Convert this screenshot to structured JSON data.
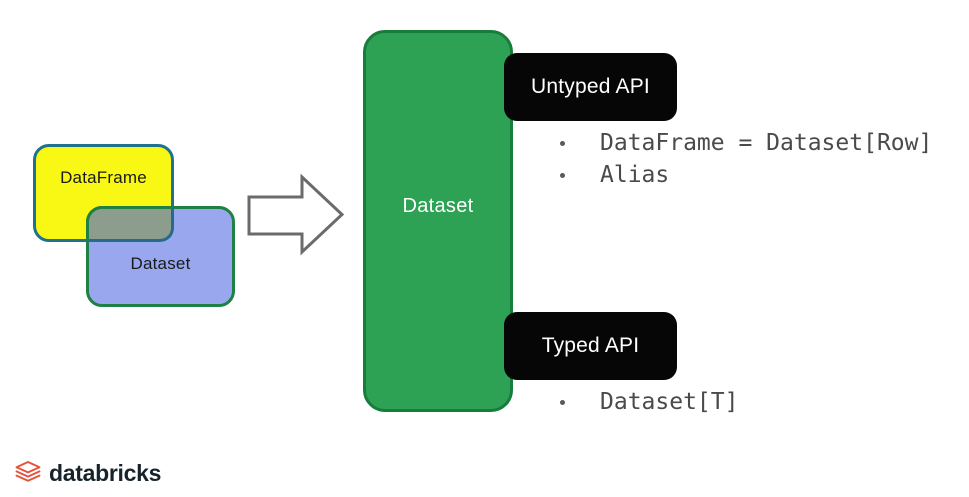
{
  "venn": {
    "dataframe_label": "DataFrame",
    "dataset_label": "Dataset",
    "dataframe_fill": "#f9f815",
    "dataframe_border": "#20718c",
    "dataset_fill": "#98a7ee",
    "dataset_border": "#1e8043",
    "overlap_fill": "#8c9c8d"
  },
  "arrow": {
    "icon": "right-block-arrow-icon",
    "stroke": "#6b6b6b"
  },
  "main_box": {
    "label": "Dataset",
    "fill": "#2ea254",
    "border": "#187c3d"
  },
  "untyped": {
    "title": "Untyped API",
    "bullets": [
      "DataFrame = Dataset[Row]",
      "Alias"
    ],
    "tag_fill": "#060606"
  },
  "typed": {
    "title": "Typed API",
    "bullets": [
      "Dataset[T]"
    ],
    "tag_fill": "#060606"
  },
  "logo": {
    "text": "databricks",
    "icon": "databricks-layers-icon",
    "icon_color": "#e4533b",
    "text_color": "#16232b"
  }
}
